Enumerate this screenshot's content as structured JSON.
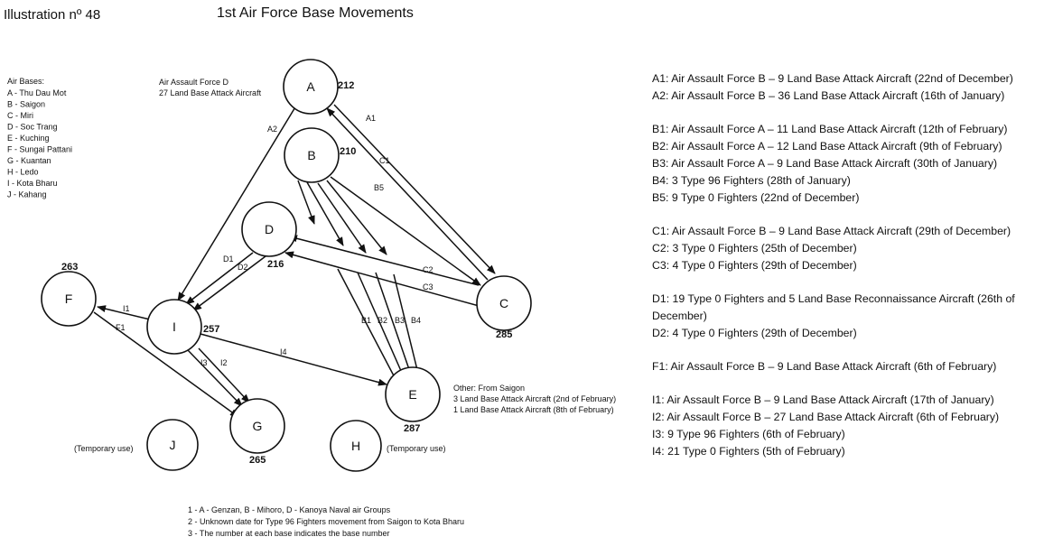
{
  "header": {
    "illustration": "Illustration nº 48",
    "title": "1st Air Force Base Movements"
  },
  "air_bases": {
    "heading": "Air Bases:",
    "items": [
      "A - Thu Dau Mot",
      "B - Saigon",
      "C - Miri",
      "D - Soc Trang",
      "E - Kuching",
      "F - Sungai Pattani",
      "G - Kuantan",
      "H - Ledo",
      "I  - Kota Bharu",
      "J  - Kahang"
    ]
  },
  "annotations": {
    "a_note_line1": "Air Assault Force D",
    "a_note_line2": "27 Land Base Attack Aircraft",
    "e_note_line1": "Other: From Saigon",
    "e_note_line2": "3 Land Base Attack Aircraft (2nd of February)",
    "e_note_line3": "1 Land Base Attack Aircraft (8th of February)",
    "j_note": "(Temporary use)",
    "h_note": "(Temporary use)"
  },
  "nodes": {
    "A": {
      "letter": "A",
      "number": "212"
    },
    "B": {
      "letter": "B",
      "number": "210"
    },
    "C": {
      "letter": "C",
      "number": "285"
    },
    "D": {
      "letter": "D",
      "number": "216"
    },
    "E": {
      "letter": "E",
      "number": "287"
    },
    "F": {
      "letter": "F",
      "number": "263"
    },
    "G": {
      "letter": "G",
      "number": "265"
    },
    "H": {
      "letter": "H"
    },
    "I": {
      "letter": "I",
      "number": "257"
    },
    "J": {
      "letter": "J"
    }
  },
  "edge_labels": {
    "A1": "A1",
    "A2": "A2",
    "C1": "C1",
    "B5": "B5",
    "C2": "C2",
    "C3": "C3",
    "D1": "D1",
    "D2": "D2",
    "B1": "B1",
    "B2": "B2",
    "B3": "B3",
    "B4": "B4",
    "I1": "I1",
    "F1": "F1",
    "I2": "I2",
    "I3": "I3",
    "I4": "I4"
  },
  "footnotes": [
    "1 - A - Genzan, B - Mihoro, D - Kanoya Naval air Groups",
    "2 - Unknown date for Type 96 Fighters movement from Saigon to Kota Bharu",
    "3 - The number at each base indicates the base number"
  ],
  "movements": [
    {
      "lines": [
        "A1: Air Assault Force B – 9 Land Base Attack Aircraft (22nd of December)",
        "A2: Air Assault Force B – 36 Land Base Attack Aircraft (16th of January)"
      ]
    },
    {
      "lines": [
        "B1: Air Assault Force A – 11 Land Base Attack Aircraft (12th of February)",
        "B2: Air Assault Force A – 12 Land Base Attack Aircraft (9th of February)",
        "B3: Air Assault Force A – 9 Land Base Attack Aircraft (30th of January)",
        "B4: 3 Type 96 Fighters (28th of January)",
        "B5: 9 Type 0 Fighters (22nd of December)"
      ]
    },
    {
      "lines": [
        "C1: Air Assault Force B – 9 Land Base Attack Aircraft (29th of December)",
        "C2: 3 Type 0 Fighters (25th of December)",
        "C3: 4 Type 0 Fighters (29th of December)"
      ]
    },
    {
      "lines": [
        "D1: 19 Type 0 Fighters and 5 Land Base Reconnaissance Aircraft (26th of December)",
        "D2: 4 Type 0 Fighters (29th of December)"
      ]
    },
    {
      "lines": [
        "F1: Air Assault Force B – 9 Land Base Attack Aircraft (6th of February)"
      ]
    },
    {
      "lines": [
        "I1: Air Assault Force B – 9 Land Base Attack Aircraft (17th of January)",
        "I2: Air Assault Force B – 27 Land Base Attack Aircraft (6th of February)",
        "I3: 9 Type 96 Fighters (6th of February)",
        "I4: 21 Type 0 Fighters (5th of February)"
      ]
    }
  ]
}
